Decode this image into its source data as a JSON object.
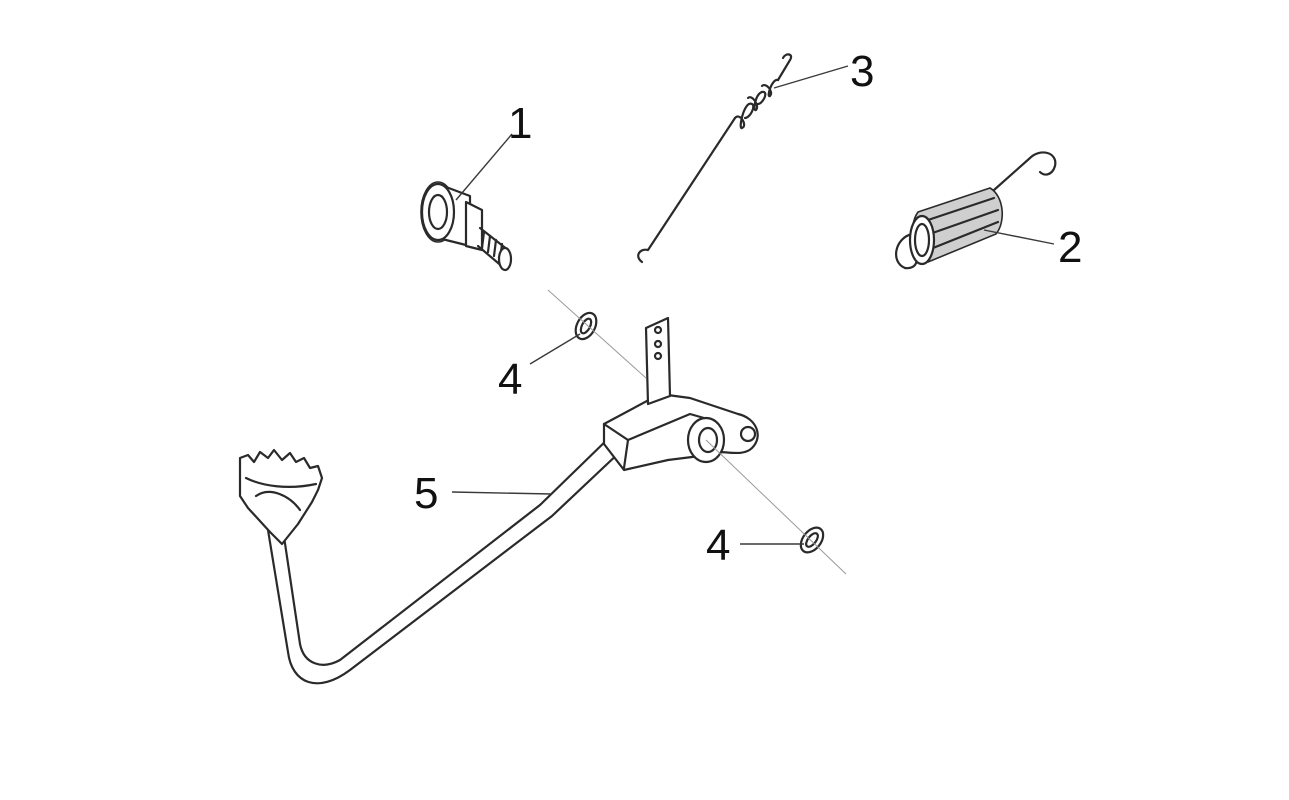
{
  "callouts": {
    "c1": "1",
    "c2": "2",
    "c3": "3",
    "c4a": "4",
    "c4b": "4",
    "c5": "5"
  },
  "colors": {
    "line": "#2a2a2a",
    "shade": "#cfcfcf",
    "background": "#ffffff"
  }
}
